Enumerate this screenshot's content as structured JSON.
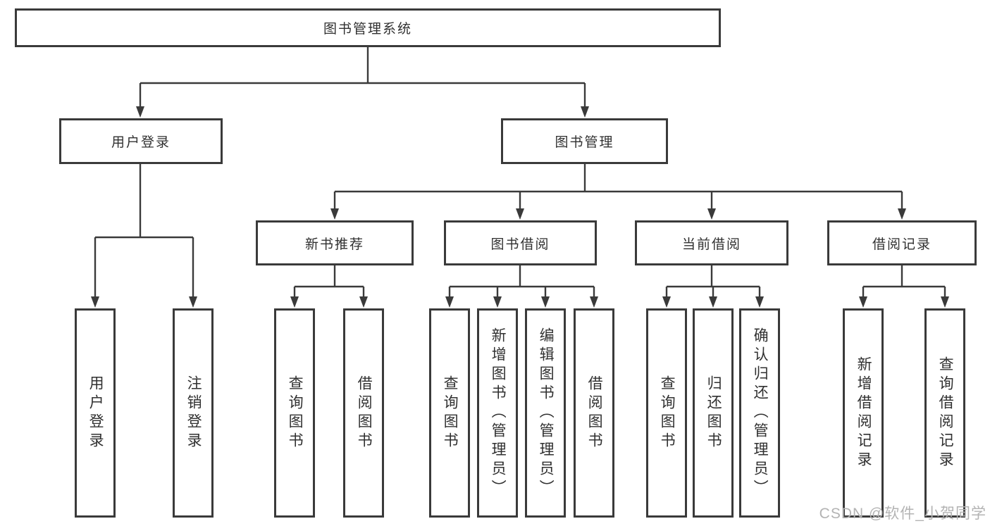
{
  "diagram": {
    "root": {
      "label": "图书管理系统"
    },
    "level2": [
      {
        "label": "用户登录"
      },
      {
        "label": "图书管理"
      }
    ],
    "level3": [
      {
        "label": "新书推荐"
      },
      {
        "label": "图书借阅"
      },
      {
        "label": "当前借阅"
      },
      {
        "label": "借阅记录"
      }
    ],
    "leaves": [
      {
        "label": "用户登录"
      },
      {
        "label": "注销登录"
      },
      {
        "label": "查询图书"
      },
      {
        "label": "借阅图书"
      },
      {
        "label": "查询图书"
      },
      {
        "label": "新增图书（管理员）"
      },
      {
        "label": "编辑图书（管理员）"
      },
      {
        "label": "借阅图书"
      },
      {
        "label": "查询图书"
      },
      {
        "label": "归还图书"
      },
      {
        "label": "确认归还（管理员）"
      },
      {
        "label": "新增借阅记录"
      },
      {
        "label": "查询借阅记录"
      }
    ]
  },
  "watermark": {
    "text": "CSDN @软件_小贺同学"
  },
  "colors": {
    "line": "#3a3a3a",
    "border": "#3a3a3a",
    "text": "#303030",
    "watermark": "#b3b3b3",
    "background": "#ffffff"
  }
}
